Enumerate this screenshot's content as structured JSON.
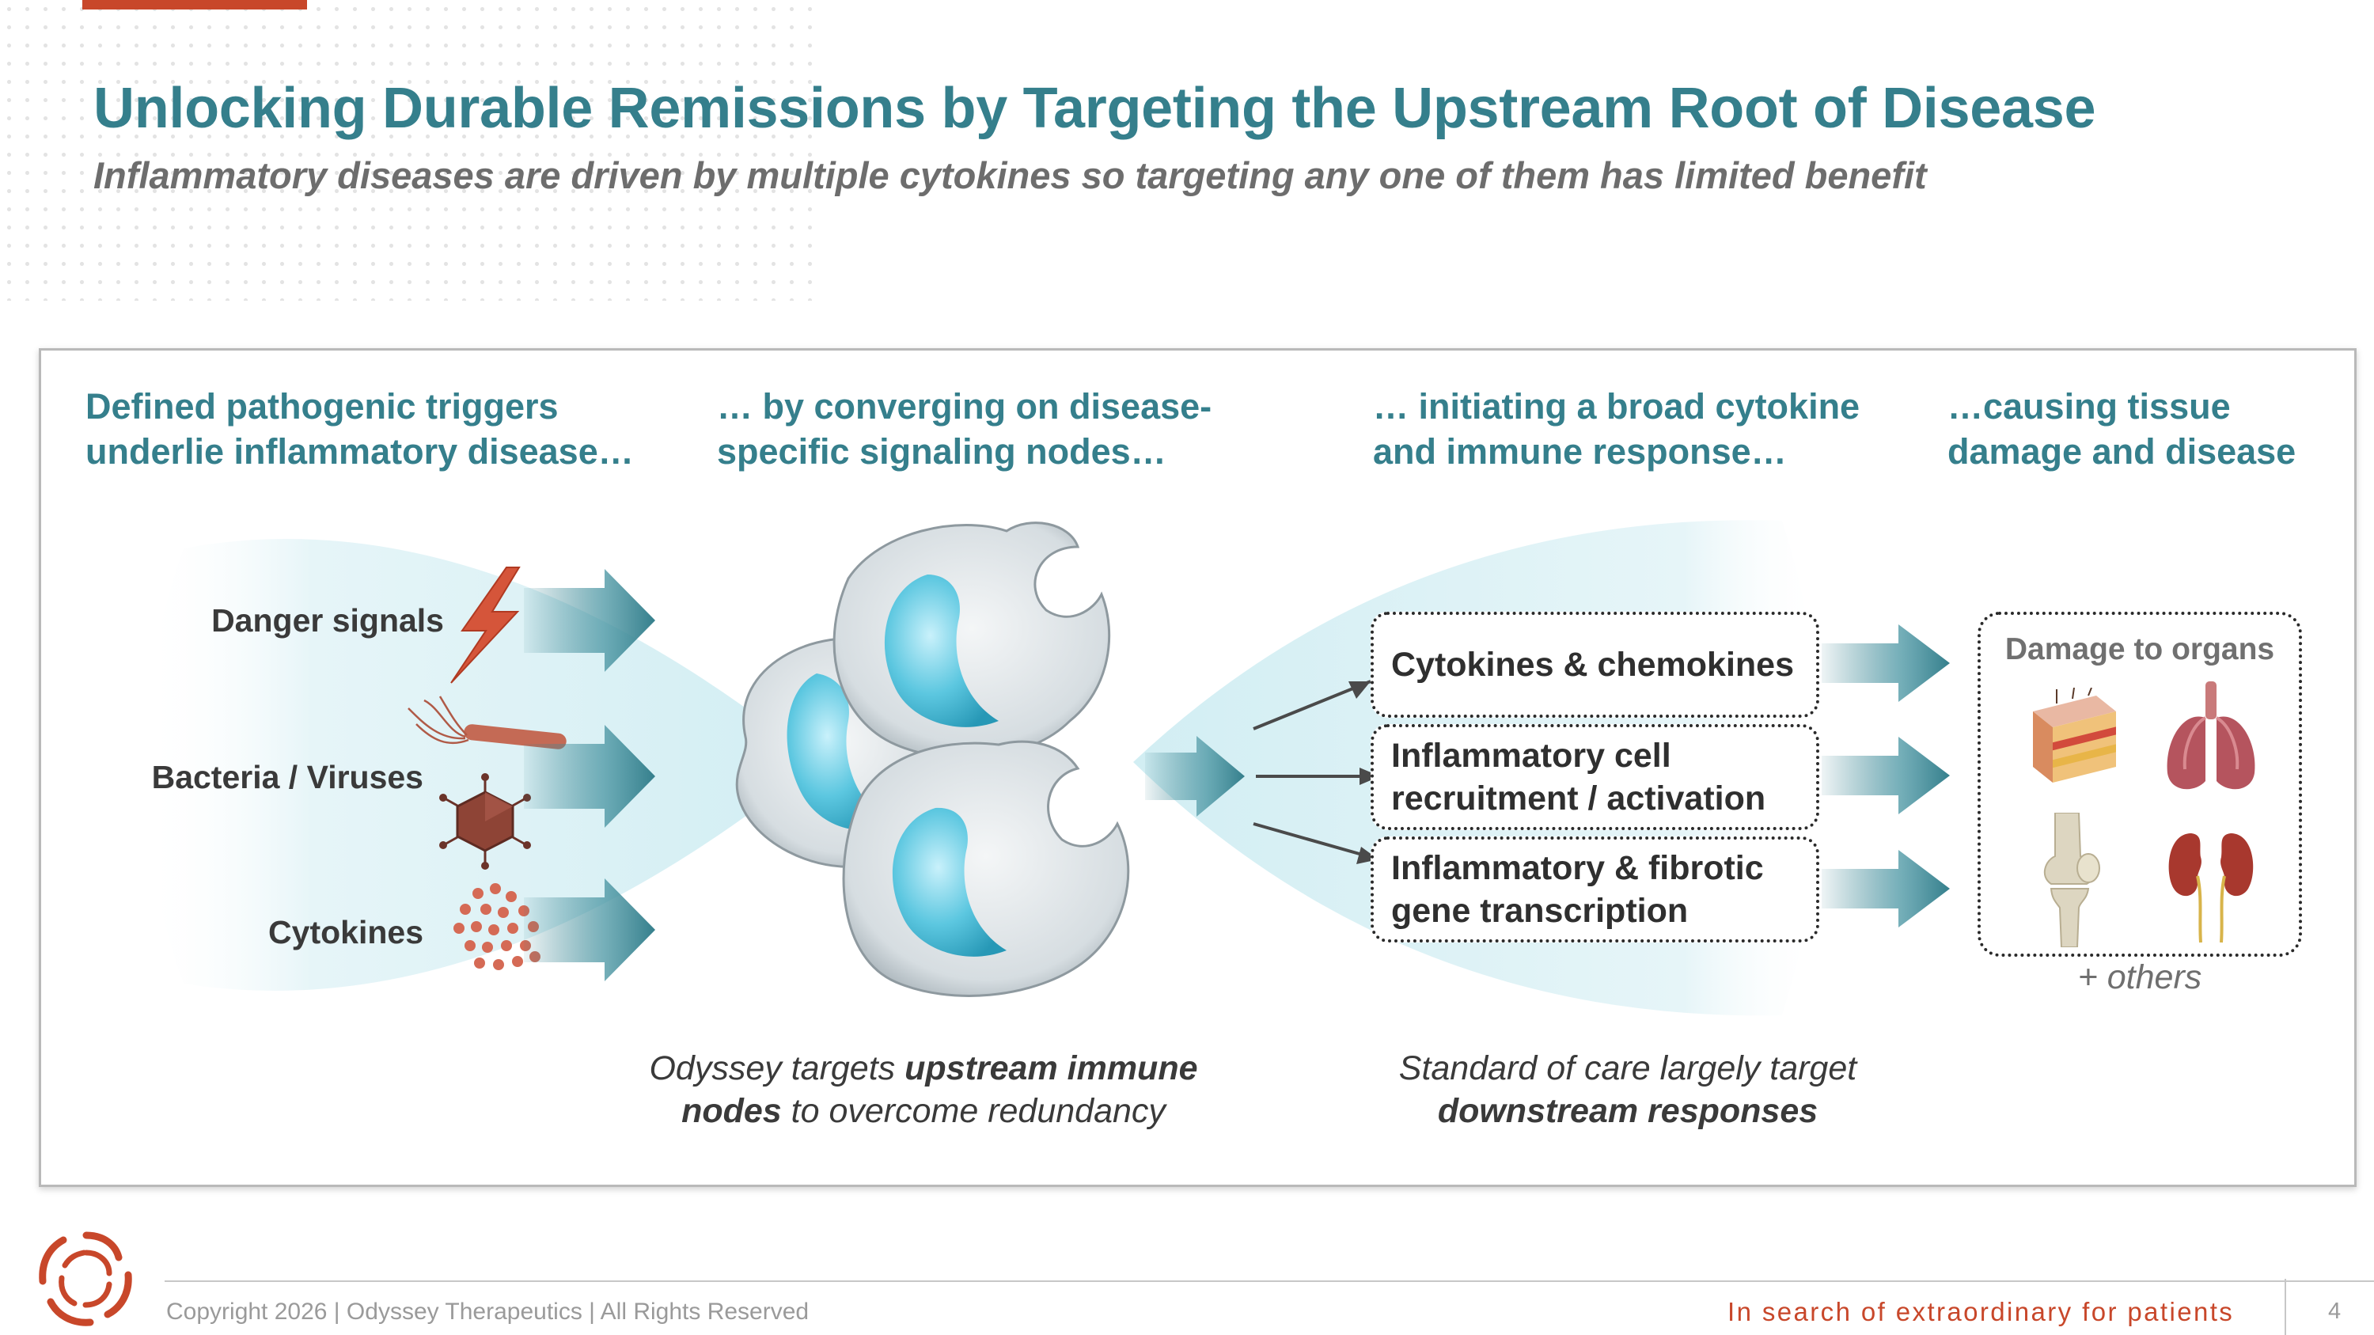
{
  "title": "Unlocking Durable Remissions by Targeting the Upstream Root of Disease",
  "subtitle": "Inflammatory diseases are driven by multiple cytokines so targeting any one of them has limited benefit",
  "columns": {
    "col1": {
      "line1": "Defined pathogenic triggers",
      "line2": "underlie inflammatory disease…"
    },
    "col2": {
      "line1": "… by converging on disease-",
      "line2": "specific signaling nodes…"
    },
    "col3": {
      "line1": "… initiating a broad cytokine",
      "line2": "and immune response…"
    },
    "col4": {
      "line1": "…causing tissue",
      "line2": "damage and disease"
    }
  },
  "triggers": [
    "Danger signals",
    "Bacteria / Viruses",
    "Cytokines"
  ],
  "responses": [
    {
      "line1": "Cytokines & chemokines",
      "line2": ""
    },
    {
      "line1": "Inflammatory cell",
      "line2": "recruitment / activation"
    },
    {
      "line1": "Inflammatory & fibrotic",
      "line2": "gene transcription"
    }
  ],
  "organs": {
    "title": "Damage to organs",
    "items": [
      "skin",
      "lungs",
      "knee joint",
      "kidneys"
    ],
    "others": "+ others"
  },
  "captions": {
    "left": {
      "pre": "Odyssey targets ",
      "bold1": "upstream immune",
      "bold2": "nodes",
      "post": " to overcome redundancy"
    },
    "right": {
      "line1": "Standard of care largely target",
      "bold": "downstream responses"
    }
  },
  "footer": {
    "copyright": "Copyright 2026  |  Odyssey Therapeutics  |  All Rights Reserved",
    "tagline": "In search of extraordinary for patients",
    "page": "4"
  },
  "colors": {
    "accent_red": "#c8472a",
    "teal_heading": "#357f8c",
    "arrow_teal": "#357f8c",
    "cell_blue": "#5cc7e0"
  },
  "icons": [
    "lightning-icon",
    "bacterium-icon",
    "virus-icon",
    "cytokine-dots-icon",
    "odyssey-logo"
  ]
}
